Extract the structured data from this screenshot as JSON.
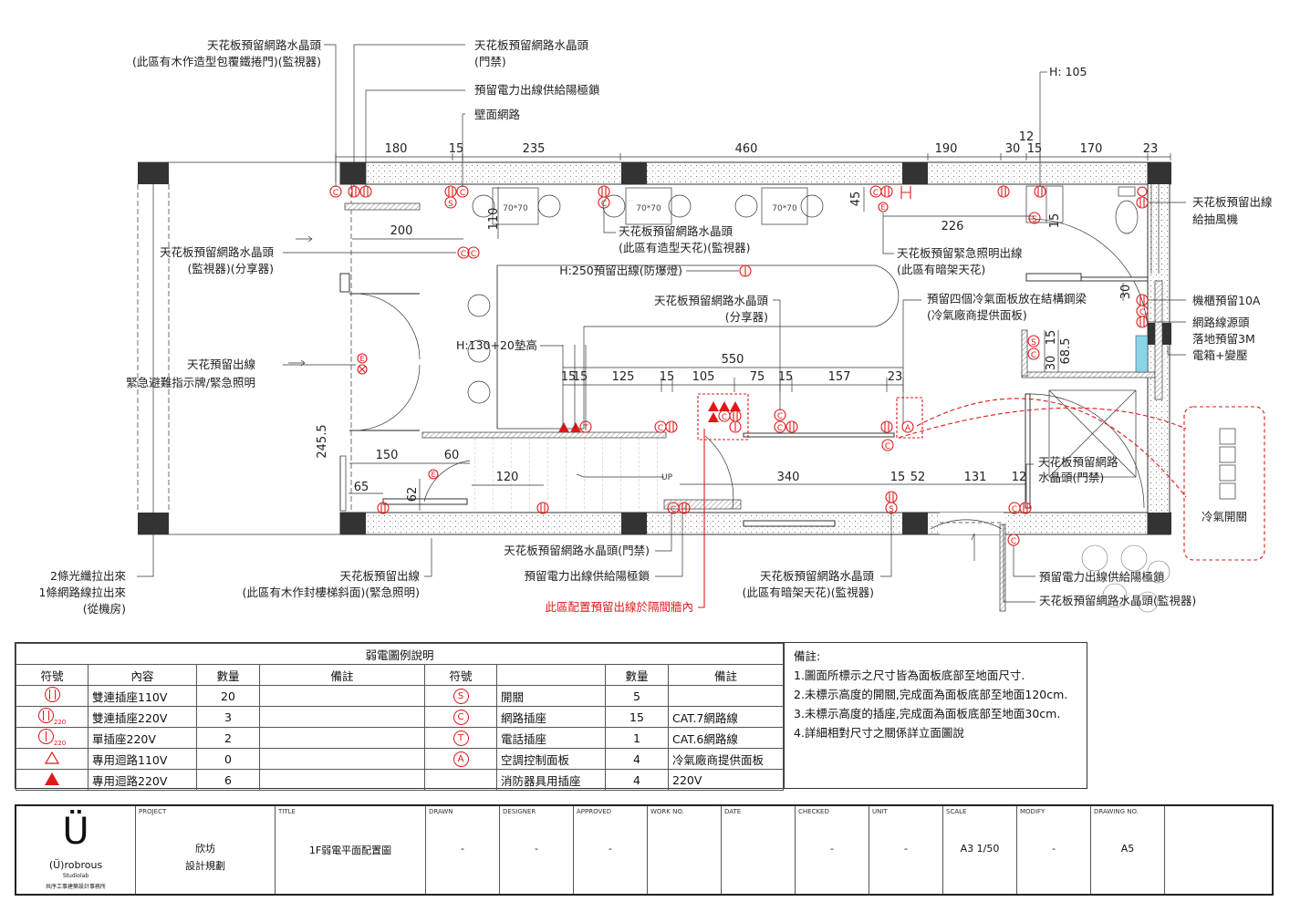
{
  "labels": {
    "l1a": "天花板預留網路水晶頭",
    "l1b": "(此區有木作造型包覆鐵捲門)(監視器)",
    "l2a": "天花板預留網路水晶頭",
    "l2b": "(門禁)",
    "l3": "預留電力出線供給陽極鎖",
    "l4": "壁面網路",
    "h105": "H: 105",
    "l5a": "天花板預留網路水晶頭",
    "l5b": "(此區有造型天花)(監視器)",
    "l6a": "天花板預留網路水晶頭",
    "l6b": "(監視器)(分享器)",
    "l7": "H:250預留出線(防爆燈)",
    "l8a": "天花板預留緊急照明出線",
    "l8b": "(此區有暗架天花)",
    "l9a": "天花板預留網路水晶頭",
    "l9b": "(分享器)",
    "l10a": "預留四個冷氣面板放在結構鋼梁",
    "l10b": "(冷氣廠商提供面板)",
    "l11a": "天花板預留出線",
    "l11b": "給抽風機",
    "l12": "機櫃預留10A",
    "l13a": "網路線源頭",
    "l13b": "落地預留3M",
    "l14": "電箱+變壓",
    "l15": "H:130+20墊高",
    "l16a": "天花預留出線",
    "l16b": "緊急避難指示牌/緊急照明",
    "l17a": "天花板預留網路",
    "l17b": "水晶頭(門禁)",
    "l18": "冷氣開關",
    "l19a": "2條光纖拉出來",
    "l19b": "1條網路線拉出來",
    "l19c": "(從機房)",
    "l20a": "天花板預留出線",
    "l20b": "(此區有木作封樓梯斜面)(緊急照明)",
    "l21": "天花板預留網路水晶頭(門禁)",
    "l22": "預留電力出線供給陽極鎖",
    "l23": "此區配置預留出線於隔間牆內",
    "l24a": "天花板預留網路水晶頭",
    "l24b": "(此區有暗架天花)(監視器)",
    "l25": "預留電力出線供給陽極鎖",
    "l26": "天花板預留網路水晶頭(監視器)",
    "up": "UP",
    "box": "70*70"
  },
  "dims": {
    "top": [
      "180",
      "15",
      "235",
      "460",
      "190",
      "30",
      "15",
      "170",
      "23",
      "12"
    ],
    "d200": "200",
    "d110": "110",
    "d45": "45",
    "d226": "226",
    "d15a": "15",
    "d550": "550",
    "mid": [
      "15",
      "15",
      "125",
      "15",
      "105",
      "75",
      "15",
      "157",
      "23"
    ],
    "d2455": "245.5",
    "d150": "150",
    "d60": "60",
    "d65": "65",
    "d62": "62",
    "d120": "120",
    "d340": "340",
    "d15b": "15",
    "d52": "52",
    "d131": "131",
    "d12b": "12",
    "d30a": "30",
    "d15c": "15",
    "d30b": "30",
    "d685": "68.5"
  },
  "legend": {
    "title": "弱電圖例說明",
    "headers": [
      "符號",
      "內容",
      "數量",
      "備註",
      "符號",
      "",
      "數量",
      "備註"
    ],
    "left": [
      {
        "item": "雙連插座110V",
        "qty": "20",
        "note": ""
      },
      {
        "item": "雙連插座220V",
        "qty": "3",
        "note": ""
      },
      {
        "item": "單插座220V",
        "qty": "2",
        "note": ""
      },
      {
        "item": "專用迴路110V",
        "qty": "0",
        "note": ""
      },
      {
        "item": "專用迴路220V",
        "qty": "6",
        "note": ""
      }
    ],
    "right": [
      {
        "sym": "S",
        "item": "開關",
        "qty": "5",
        "note": ""
      },
      {
        "sym": "C",
        "item": "網路插座",
        "qty": "15",
        "note": "CAT.7網路線"
      },
      {
        "sym": "T",
        "item": "電話插座",
        "qty": "1",
        "note": "CAT.6網路線"
      },
      {
        "sym": "A",
        "item": "空調控制面板",
        "qty": "4",
        "note": "冷氣廠商提供面板"
      },
      {
        "sym": "",
        "item": "消防器具用插座",
        "qty": "4",
        "note": "220V"
      }
    ],
    "sub220": "220"
  },
  "notes": {
    "title": "備註:",
    "items": [
      "1.圖面所標示之尺寸皆為面板底部至地面尺寸.",
      "2.未標示高度的開關,完成面為面板底部至地面120cm.",
      "3.未標示高度的插座,完成面為面板底部至地面30cm.",
      "4.詳細相對尺寸之關係詳立面圖說"
    ]
  },
  "titleblock": {
    "logo_big": "Ü",
    "logo_name": "(Ü)robrous",
    "logo_sub": "Studiolab",
    "logo_firm": "共序工事建築設計事務所",
    "cells": [
      {
        "h": "PROJECT",
        "v1": "欣坊",
        "v2": "設計規劃"
      },
      {
        "h": "TITLE",
        "v1": "1F弱電平面配置圖",
        "v2": ""
      },
      {
        "h": "DRAWN",
        "v1": "-",
        "v2": ""
      },
      {
        "h": "DESIGNER",
        "v1": "-",
        "v2": ""
      },
      {
        "h": "APPROVED",
        "v1": "-",
        "v2": ""
      },
      {
        "h": "WORK NO.",
        "v1": "",
        "v2": ""
      },
      {
        "h": "DATE",
        "v1": "",
        "v2": ""
      },
      {
        "h": "CHECKED",
        "v1": "-",
        "v2": ""
      },
      {
        "h": "UNIT",
        "v1": "-",
        "v2": ""
      },
      {
        "h": "SCALE",
        "v1": "A3 1/50",
        "v2": ""
      },
      {
        "h": "MODIFY",
        "v1": "-",
        "v2": ""
      },
      {
        "h": "DRAWING NO.",
        "v1": "A5",
        "v2": ""
      },
      {
        "h": "",
        "v1": "",
        "v2": ""
      }
    ]
  }
}
